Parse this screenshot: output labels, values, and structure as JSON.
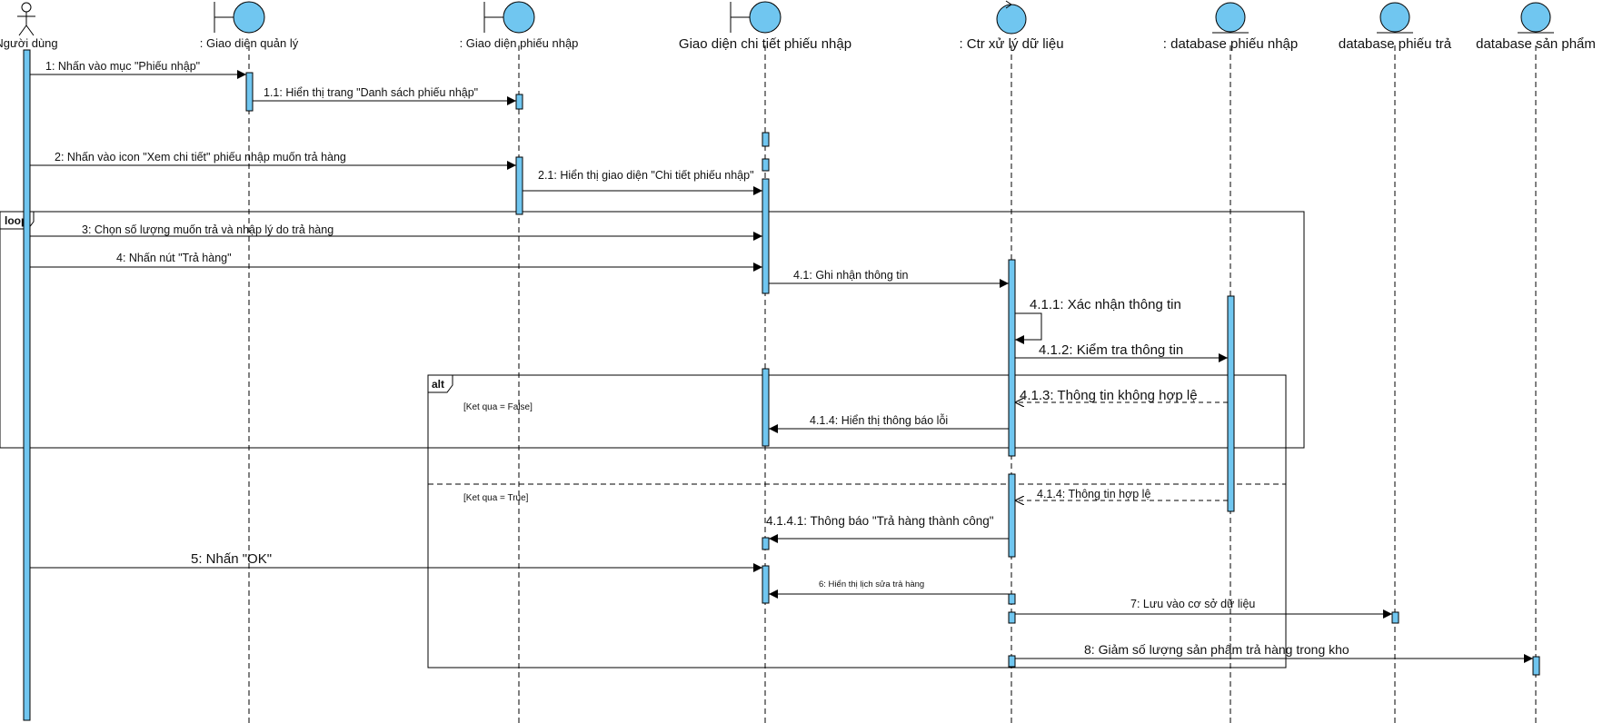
{
  "diagram": {
    "colors": {
      "lifeline_fill": "#70c6f0",
      "stroke": "#000000",
      "background": "#ffffff"
    },
    "participants": [
      {
        "id": "user",
        "kind": "actor",
        "label": "Người dùng"
      },
      {
        "id": "gdql",
        "kind": "boundary",
        "label": ": Giao diện quản lý"
      },
      {
        "id": "gdpn",
        "kind": "boundary",
        "label": ": Giao diện phiếu nhập"
      },
      {
        "id": "gdct",
        "kind": "boundary",
        "label": "Giao diện chi tiết phiếu nhập"
      },
      {
        "id": "ctr",
        "kind": "control",
        "label": ": Ctr xử lý dữ liệu"
      },
      {
        "id": "dbpn",
        "kind": "entity",
        "label": ": database phiếu nhập"
      },
      {
        "id": "dbpt",
        "kind": "entity",
        "label": "database phiếu trả"
      },
      {
        "id": "dbsp",
        "kind": "entity",
        "label": "database sản phẩm"
      }
    ],
    "messages": [
      {
        "from": "user",
        "to": "gdql",
        "type": "sync",
        "label": "1: Nhấn vào mục \"Phiếu nhập\""
      },
      {
        "from": "gdql",
        "to": "gdpn",
        "type": "sync",
        "label": "1.1: Hiển thị trang \"Danh sách phiếu nhập\""
      },
      {
        "from": "user",
        "to": "gdpn",
        "type": "sync",
        "label": "2: Nhấn vào icon \"Xem chi tiết\" phiếu nhập muốn trả hàng"
      },
      {
        "from": "gdpn",
        "to": "gdct",
        "type": "sync",
        "label": "2.1: Hiển thị giao diện \"Chi tiết phiếu nhập\""
      },
      {
        "from": "user",
        "to": "gdct",
        "type": "sync",
        "label": "3: Chọn số lượng muốn trả và nhập lý do trả hàng"
      },
      {
        "from": "user",
        "to": "gdct",
        "type": "sync",
        "label": "4: Nhấn nút \"Trả hàng\""
      },
      {
        "from": "gdct",
        "to": "ctr",
        "type": "sync",
        "label": "4.1: Ghi nhận thông tin"
      },
      {
        "from": "ctr",
        "to": "ctr",
        "type": "self",
        "label": "4.1.1: Xác nhận thông tin"
      },
      {
        "from": "ctr",
        "to": "dbpn",
        "type": "sync",
        "label": "4.1.2: Kiểm tra thông tin"
      },
      {
        "from": "dbpn",
        "to": "ctr",
        "type": "reply",
        "label": "4.1.3: Thông tin không hợp lệ"
      },
      {
        "from": "ctr",
        "to": "gdct",
        "type": "sync",
        "label": "4.1.4: Hiển thị thông báo lỗi"
      },
      {
        "from": "dbpn",
        "to": "ctr",
        "type": "reply",
        "label": "4.1.4: Thông tin hợp lệ"
      },
      {
        "from": "ctr",
        "to": "gdct",
        "type": "sync",
        "label": "4.1.4.1: Thông báo \"Trả hàng thành công\""
      },
      {
        "from": "user",
        "to": "gdct",
        "type": "sync",
        "label": "5: Nhấn \"OK\""
      },
      {
        "from": "ctr",
        "to": "gdct",
        "type": "sync",
        "label": "6: Hiển thị lịch sửa trả hàng"
      },
      {
        "from": "ctr",
        "to": "dbpt",
        "type": "sync",
        "label": "7: Lưu vào cơ sở dữ liệu"
      },
      {
        "from": "ctr",
        "to": "dbsp",
        "type": "sync",
        "label": "8: Giảm số lượng sản phẩm trả hàng trong kho"
      }
    ],
    "fragments": [
      {
        "kind": "loop",
        "label": "loop"
      },
      {
        "kind": "alt",
        "label": "alt",
        "guards": [
          "[Ket qua = False]",
          "[Ket qua = True]"
        ]
      }
    ]
  }
}
